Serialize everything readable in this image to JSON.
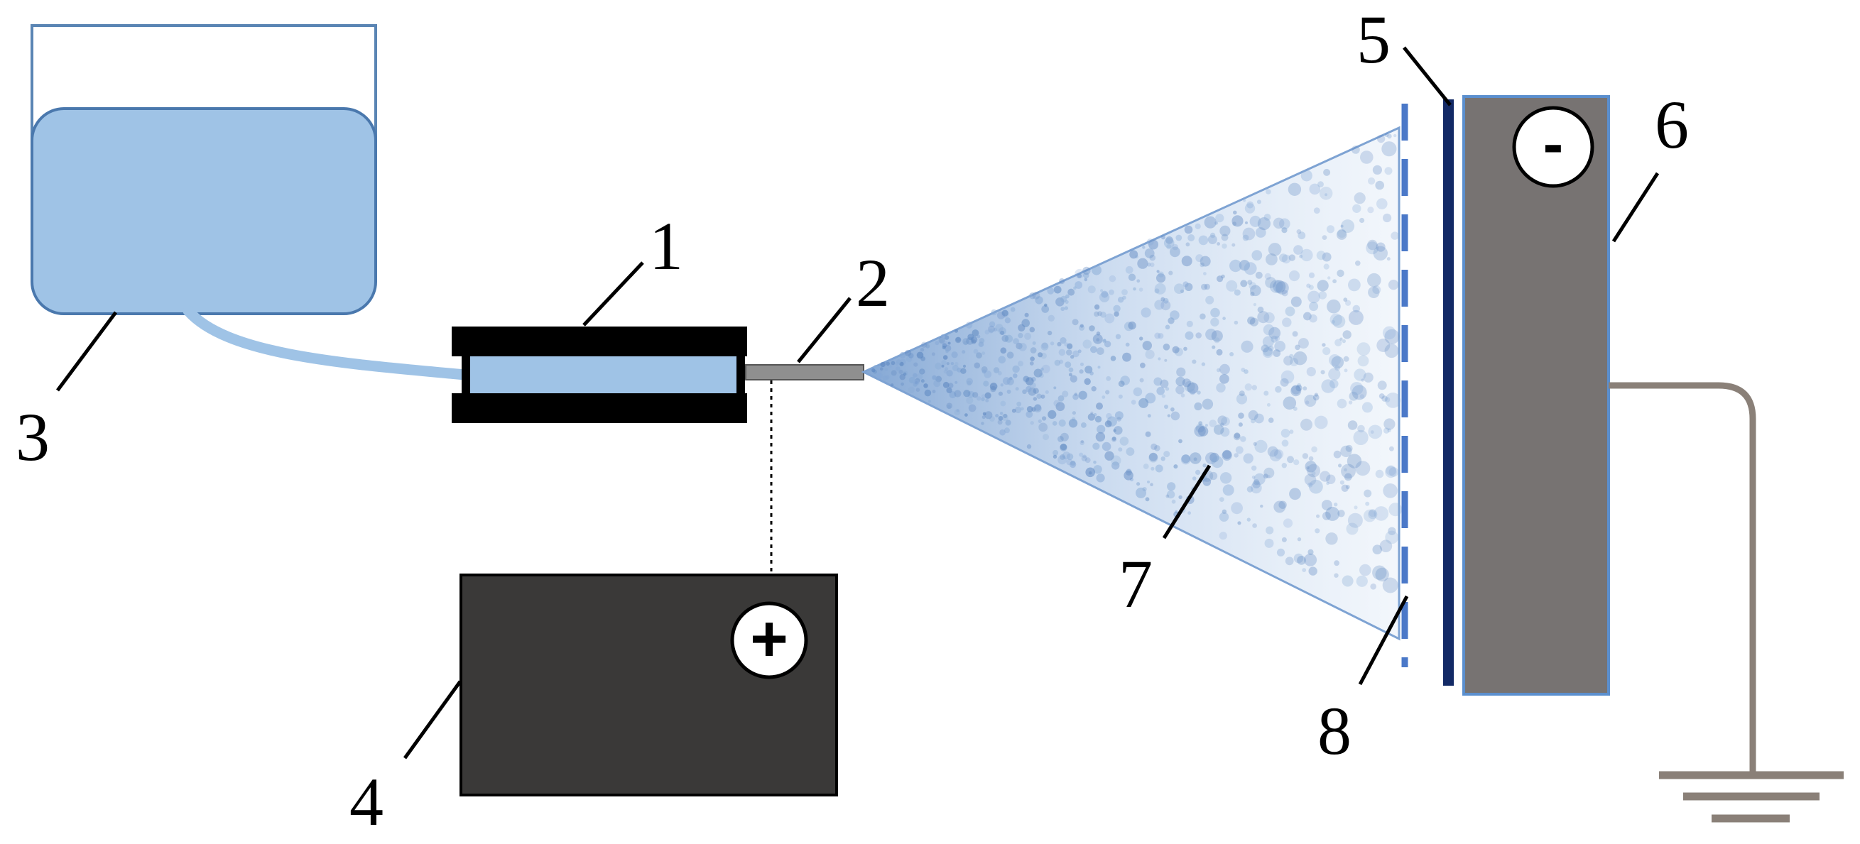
{
  "labels": {
    "l1": "1",
    "l2": "2",
    "l3": "3",
    "l4": "4",
    "l5": "5",
    "l6": "6",
    "l7": "7",
    "l8": "8"
  },
  "symbols": {
    "positive": "+",
    "negative": "-"
  },
  "colors": {
    "liquid": "#9fc3e6",
    "liquid_border": "#4a78ad",
    "syringe_body": "#000000",
    "needle": "#8f8f8f",
    "power_supply": "#3a3938",
    "collector": "#777372",
    "collector_border": "#5b8fce",
    "plate": "#132a66",
    "mesh": "#4a78c8",
    "ground": "#8a8078",
    "spray": "#9bb8dc"
  }
}
